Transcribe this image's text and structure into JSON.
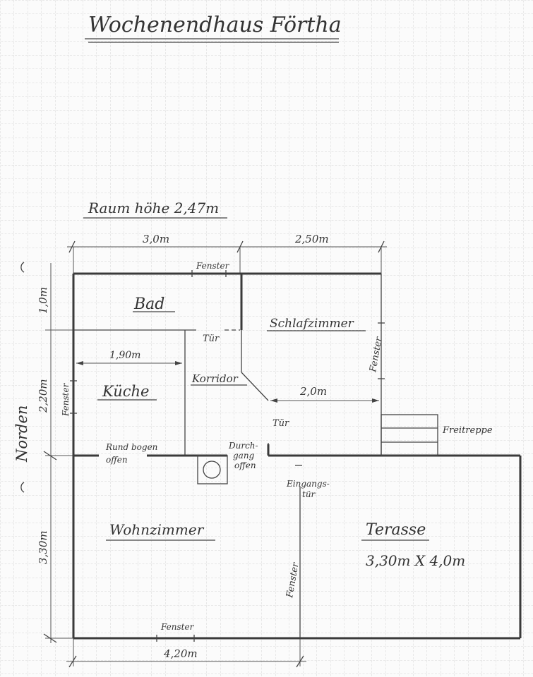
{
  "title": "Wochenendhaus Förtha",
  "room_height": "Raum höhe 2,47m",
  "dimensions": {
    "top_left": "3,0m",
    "top_right": "2,50m",
    "left_bad": "1,0m",
    "left_kueche": "2,20m",
    "left_wohn": "3,30m",
    "bottom": "4,20m",
    "kueche_width": "1,90m",
    "schlaf_width": "2,0m"
  },
  "rooms": {
    "bad": "Bad",
    "schlafzimmer": "Schlafzimmer",
    "kueche": "Küche",
    "korridor": "Korridor",
    "wohnzimmer": "Wohnzimmer",
    "terasse": "Terasse",
    "terasse_size": "3,30m X 4,0m"
  },
  "labels": {
    "fenster": "Fenster",
    "tuer": "Tür",
    "rundbogen_1": "Rund bogen",
    "rundbogen_2": "offen",
    "durchgang_1": "Durch-",
    "durchgang_2": "gang",
    "durchgang_3": "offen",
    "eingang_1": "Eingangs-",
    "eingang_2": "tür",
    "freitreppe": "Freitreppe",
    "norden": "Norden"
  }
}
